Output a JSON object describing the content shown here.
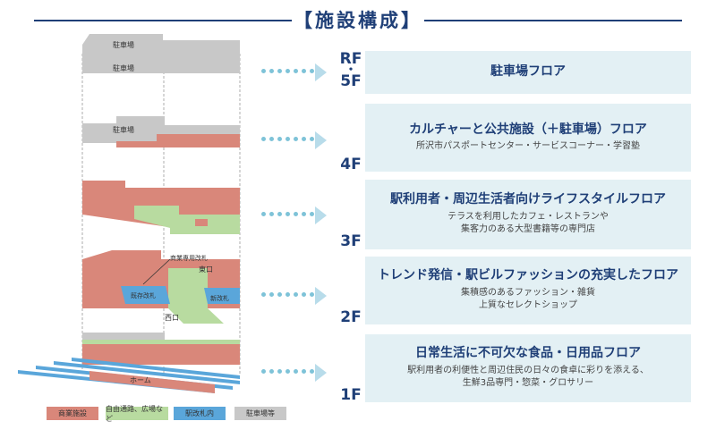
{
  "header": {
    "title": "【施設構成】"
  },
  "floors": [
    {
      "label": "RF・5F",
      "label_top": "RF",
      "label_dot": "・",
      "label_bottom": "5F",
      "main": "駐車場フロア",
      "sub": []
    },
    {
      "label": "4F",
      "main": "カルチャーと公共施設（＋駐車場）フロア",
      "sub": [
        "所沢市パスポートセンター・サービスコーナー・学習塾"
      ]
    },
    {
      "label": "3F",
      "main": "駅利用者・周辺生活者向けライフスタイルフロア",
      "sub": [
        "テラスを利用したカフェ・レストランや",
        "集客力のある大型書籍等の専門店"
      ]
    },
    {
      "label": "2F",
      "main": "トレンド発信・駅ビルファッションの充実したフロア",
      "sub": [
        "集積感のあるファッション・雑貨",
        "上質なセレクトショップ"
      ]
    },
    {
      "label": "1F",
      "main": "日常生活に不可欠な食品・日用品フロア",
      "sub": [
        "駅利用者の利便性と周辺住民の日々の食卓に彩りを添える、",
        "生鮮3品専門・惣菜・グロサリー"
      ]
    }
  ],
  "diagram_labels": {
    "parking": "駐車場",
    "platform": "ホーム",
    "commercial_gate": "商業専用改札",
    "existing_gate": "既存改札",
    "new_gate": "新改札",
    "east_exit": "東口",
    "west_exit": "西口"
  },
  "legend": [
    {
      "label": "商業施設",
      "color": "#d9877a"
    },
    {
      "label": "自由通路、広場など",
      "color": "#b8dba0"
    },
    {
      "label": "駅改札内",
      "color": "#5aa6da"
    },
    {
      "label": "駐車場等",
      "color": "#c8c8c8"
    }
  ],
  "colors": {
    "navy": "#1f3f77",
    "box_bg": "#e3f0f4",
    "dots": "#7ec3d8",
    "arrow": "#b8dcea"
  }
}
